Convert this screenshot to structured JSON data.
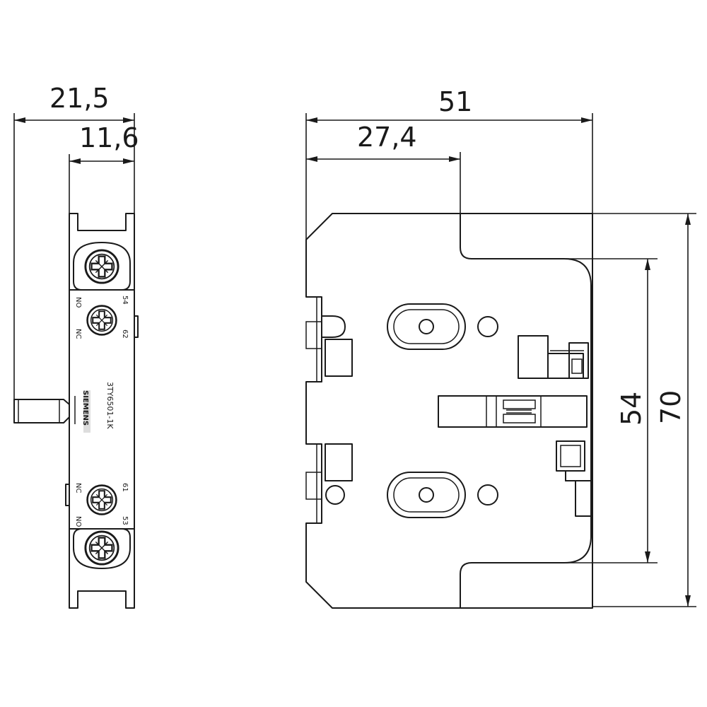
{
  "dimensions": {
    "side_total_width": "21,5",
    "side_body_width": "11,6",
    "front_total_width": "51",
    "front_partial_width": "27,4",
    "front_inner_height": "54",
    "front_total_height": "70"
  },
  "side_view": {
    "terminal_labels": {
      "no_upper": "NO",
      "no_upper_number": "54",
      "nc_upper": "NC",
      "nc_upper_number": "62",
      "nc_lower": "NC",
      "nc_lower_number": "61",
      "no_lower": "NO",
      "no_lower_number": "53"
    },
    "part_number": "3TY6501-1K",
    "brand_mark": "SIEMENS"
  }
}
